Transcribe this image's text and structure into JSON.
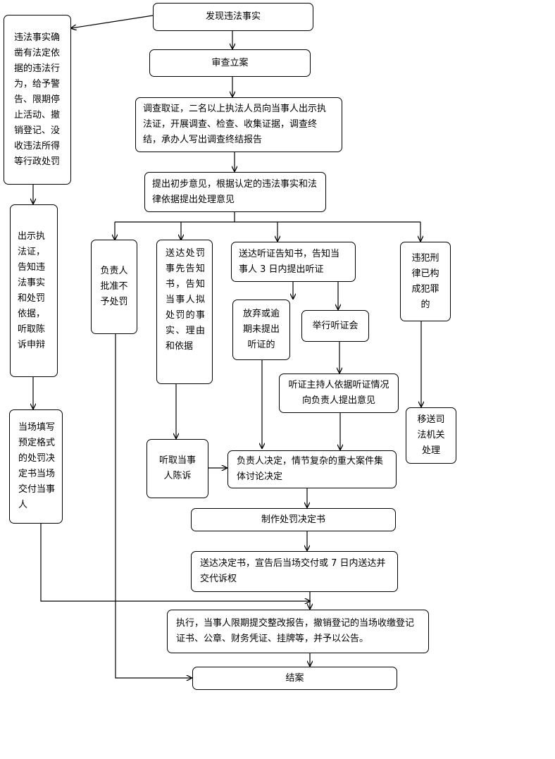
{
  "nodes": {
    "discover": "发现违法事实",
    "register": "审查立案",
    "investigate": "调查取证，二名以上执法人员向当事人出示执法证，开展调查、检查、收集证据，调查终结，承办人写出调查终结报告",
    "preliminary": "提出初步意见，根据认定的违法事实和法律依据提出处理意见",
    "summary_penalty": "违法事实确凿有法定依据的违法行为，给予警告、限期停止活动、撤销登记、没收违法所得等行政处罚",
    "show_cert": "出示执法证，告知违法事实和处罚依据，听取陈诉申辩",
    "fill_form": "当场填写预定格式的处罚决定书当场交付当事人",
    "not_approved": "负责人批准不予处罚",
    "pre_notice": "送达处罚事先告知书，告知当事人拟处罚的事实、理由和依据",
    "hearing_notice": "送达听证告知书，告知当事人 3 日内提出听证",
    "crime": "违犯刑律已构成犯罪的",
    "waive": "放弃或逾期未提出听证的",
    "hold_hearing": "举行听证会",
    "hearing_report": "听证主持人依据听证情况向负责人提出意见",
    "transfer": "移送司法机关处理",
    "statement": "听取当事人陈诉",
    "decide": "负责人决定，情节复杂的重大案件集体讨论决定",
    "make_decision": "制作处罚决定书",
    "deliver": "送达决定书，宣告后当场交付或 7 日内送达并交代诉权",
    "execute": "执行，当事人限期提交整改报告，撤销登记的当场收缴登记证书、公章、财务凭证、挂牌等，并予以公告。",
    "close": "结案"
  }
}
